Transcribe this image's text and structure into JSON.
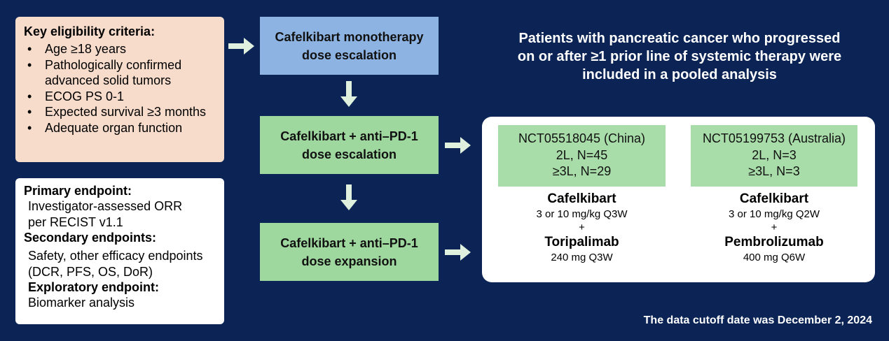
{
  "eligibility": {
    "title": "Key eligibility criteria:",
    "items": [
      "Age ≥18 years",
      "Pathologically confirmed advanced solid tumors",
      "ECOG PS 0-1",
      "Expected survival ≥3 months",
      "Adequate organ function"
    ]
  },
  "endpoints": {
    "primary_title": "Primary endpoint:",
    "primary_text_1": "Investigator-assessed ORR",
    "primary_text_2": "per RECIST v1.1",
    "secondary_title": "Secondary endpoints:",
    "secondary_text_1": "Safety, other efficacy endpoints",
    "secondary_text_2": "(DCR, PFS, OS, DoR)",
    "exploratory_title": "Exploratory endpoint:",
    "exploratory_text": "Biomarker analysis"
  },
  "flow": {
    "monotherapy_1": "Cafelkibart monotherapy",
    "monotherapy_2": "dose escalation",
    "combo_escalation_1": "Cafelkibart + anti–PD-1",
    "combo_escalation_2": "dose escalation",
    "combo_expansion_1": "Cafelkibart + anti–PD-1",
    "combo_expansion_2": "dose expansion"
  },
  "patients": {
    "line1": "Patients with pancreatic cancer who progressed",
    "line2": "on or after ≥1 prior line of systemic therapy were",
    "line3": "included in a pooled analysis"
  },
  "trials": [
    {
      "id": "NCT05518045 (China)",
      "line2": "2L, N=45",
      "line3": "≥3L, N=29",
      "drug1": "Cafelkibart",
      "dose1": "3 or 10 mg/kg Q3W",
      "plus": "+",
      "drug2": "Toripalimab",
      "dose2": "240 mg Q3W"
    },
    {
      "id": "NCT05199753 (Australia)",
      "line2": "2L, N=3",
      "line3": "≥3L, N=3",
      "drug1": "Cafelkibart",
      "dose1": "3 or 10 mg/kg Q2W",
      "plus": "+",
      "drug2": "Pembrolizumab",
      "dose2": "400 mg Q6W"
    }
  ],
  "cutoff": "The data cutoff date was December 2, 2024",
  "colors": {
    "background": "#0b2455",
    "eligibility_box": "#f7dccb",
    "monotherapy_box": "#8db3e2",
    "combo_box": "#9fd89f",
    "arrow": "#dff0df"
  }
}
